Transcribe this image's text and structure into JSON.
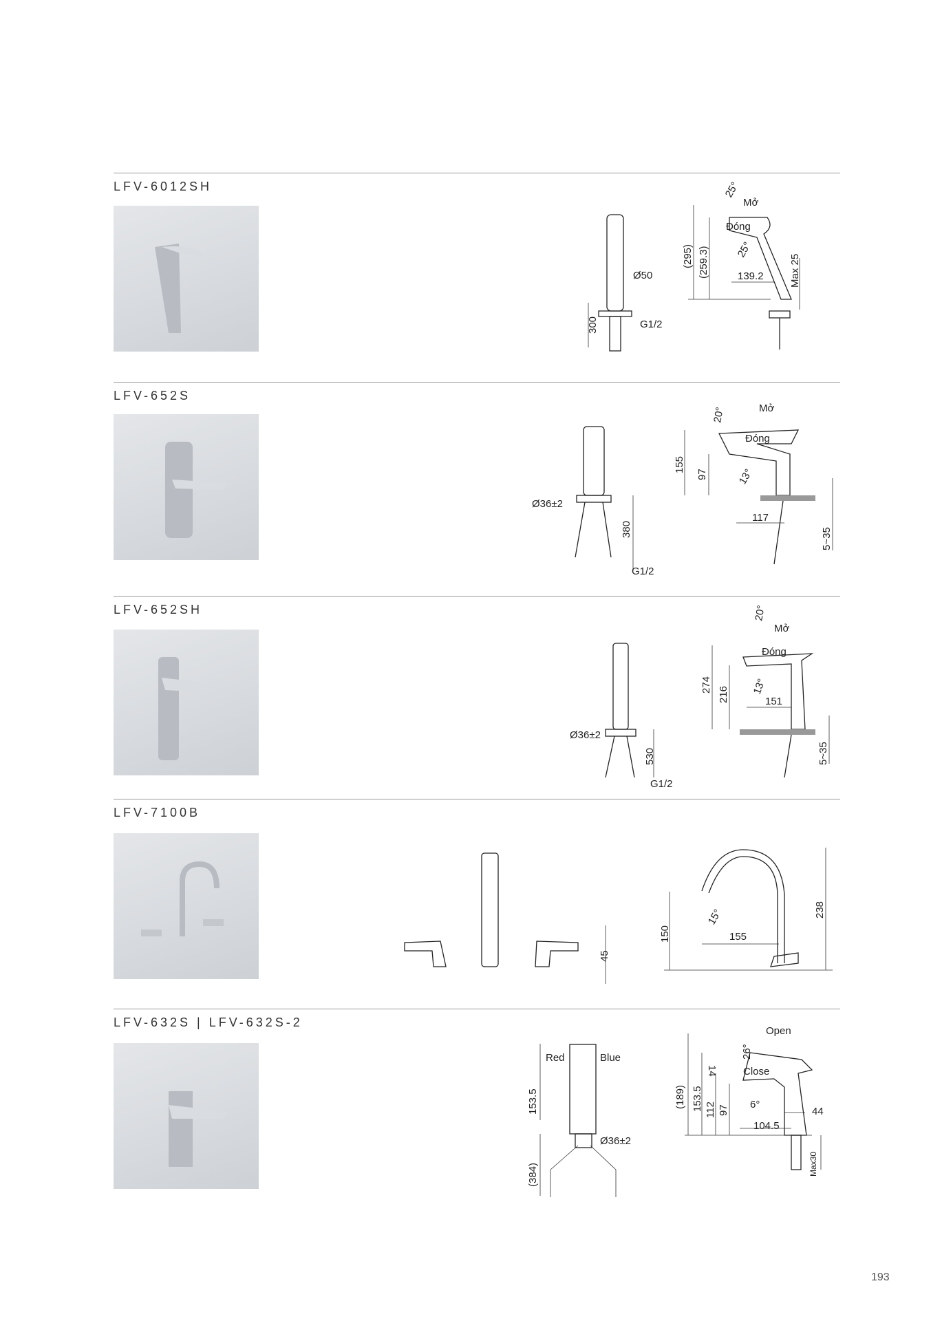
{
  "products": [
    {
      "code": "LFV-6012SH",
      "labels": {
        "dia": "Ø50",
        "h300": "300",
        "g": "G1/2",
        "a1": "25°",
        "open": "Mở",
        "close": "Đóng",
        "h295": "(295)",
        "h259": "(259.3)",
        "a2": "25°",
        "reach": "139.2",
        "max": "Max 25"
      }
    },
    {
      "code": "LFV-652S",
      "labels": {
        "a1": "20°",
        "open": "Mở",
        "close": "Đóng",
        "h155": "155",
        "h97": "97",
        "a2": "13°",
        "reach": "117",
        "range": "5~35",
        "dia": "Ø36±2",
        "h380": "380",
        "g": "G1/2"
      }
    },
    {
      "code": "LFV-652SH",
      "labels": {
        "a1": "20°",
        "open": "Mở",
        "close": "Đóng",
        "h274": "274",
        "h216": "216",
        "a2": "13°",
        "reach": "151",
        "range": "5~35",
        "dia": "Ø36±2",
        "h530": "530",
        "g": "G1/2"
      }
    },
    {
      "code": "LFV-7100B",
      "labels": {
        "h45": "45",
        "h150": "150",
        "a1": "15°",
        "reach": "155",
        "h238": "238"
      }
    },
    {
      "code": "LFV-632S  |  LFV-632S-2",
      "labels": {
        "red": "Red",
        "blue": "Blue",
        "h153a": "153.5",
        "dia": "Ø36±2",
        "h384": "(384)",
        "open": "Open",
        "a1": "26°",
        "h189": "(189)",
        "h153b": "153.5",
        "h112": "112",
        "h97": "97",
        "h14": "14",
        "close": "Close",
        "a2": "6°",
        "w44": "44",
        "reach": "104.5",
        "max": "Max30"
      }
    }
  ],
  "page_number": "193"
}
